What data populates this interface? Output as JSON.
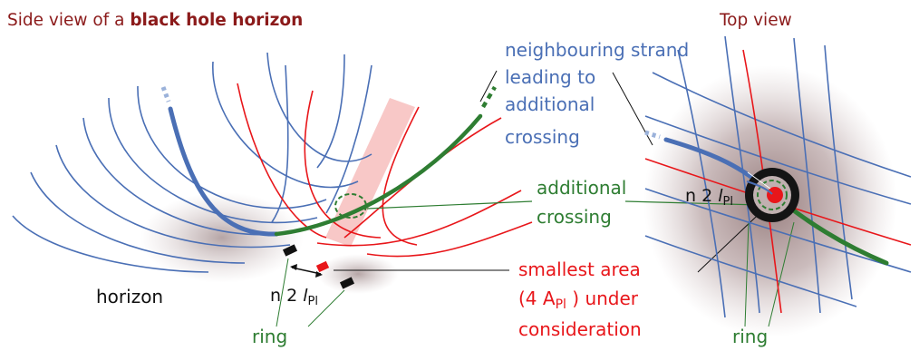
{
  "titles": {
    "side_prefix": "Side view of a ",
    "side_bold": "black hole horizon",
    "top": "Top view"
  },
  "labels": {
    "neighbouring": [
      "neighbouring strand",
      "leading to",
      "additional",
      "crossing"
    ],
    "additional": [
      "additional",
      "crossing"
    ],
    "smallest_line1": "smallest area",
    "smallest_line2_pre": "(4 A",
    "smallest_line2_sub": "Pl",
    "smallest_line2_post": " ) under",
    "smallest_line3": "consideration",
    "horizon": "horizon",
    "ring_left": "ring",
    "ring_right": "ring",
    "n2_text": "n 2 ",
    "n2_l": "l",
    "n2_sub": "Pl"
  },
  "colors": {
    "title_dark_red": "#8b1a1a",
    "blue": "#4a6fb5",
    "green": "#2e7d32",
    "red": "#e8161a",
    "black": "#111111"
  }
}
